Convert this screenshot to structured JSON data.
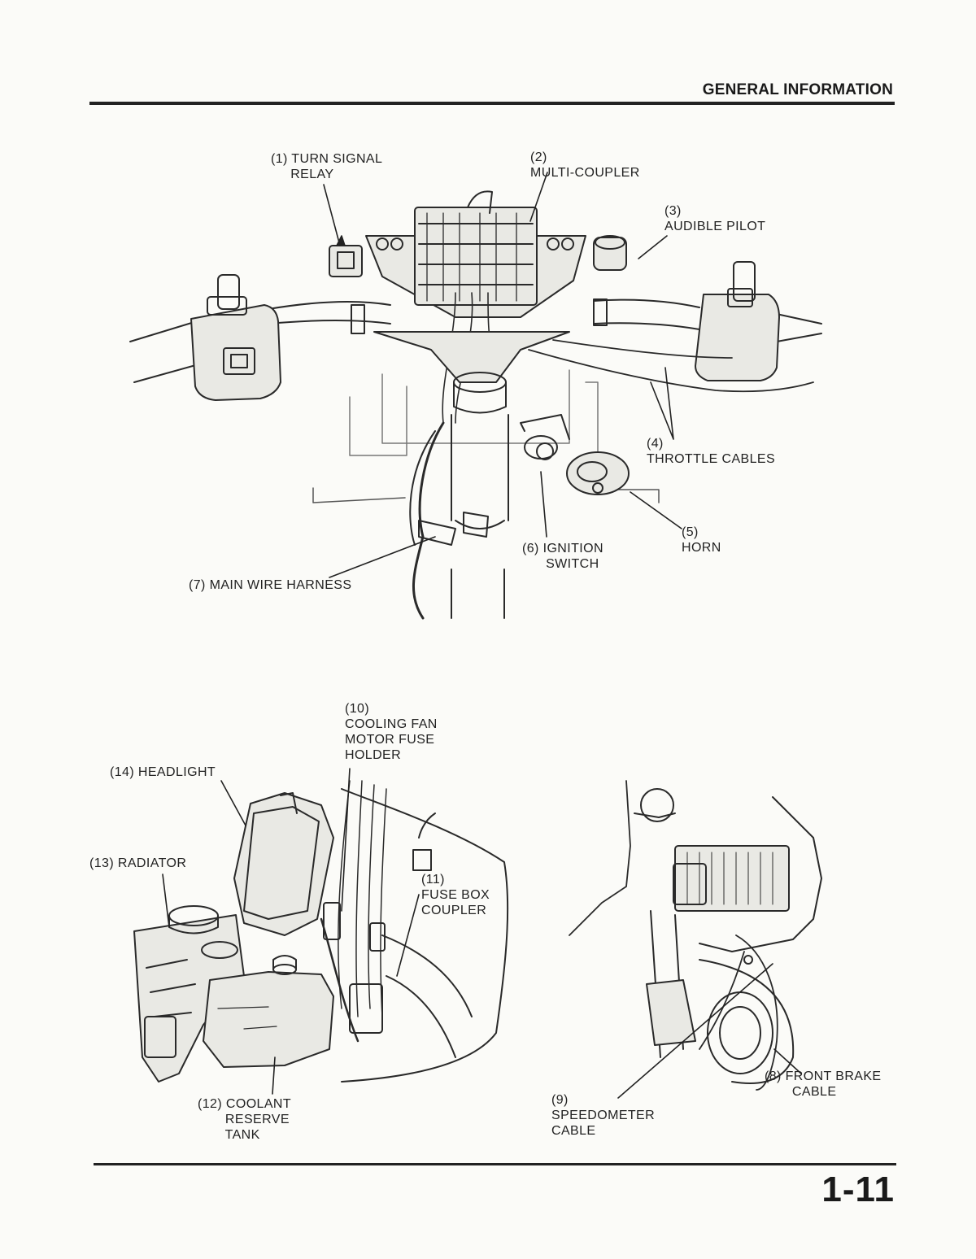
{
  "header": {
    "section_title": "GENERAL INFORMATION",
    "page_number": "1-11"
  },
  "figure_top": {
    "callouts": [
      {
        "id": "turn_signal_relay",
        "text": "(1) TURN SIGNAL\n     RELAY"
      },
      {
        "id": "multi_coupler",
        "text": "(2)\nMULTI-COUPLER"
      },
      {
        "id": "audible_pilot",
        "text": "(3)\nAUDIBLE PILOT"
      },
      {
        "id": "throttle_cables",
        "text": "(4)\nTHROTTLE CABLES"
      },
      {
        "id": "horn",
        "text": "(5)\nHORN"
      },
      {
        "id": "ignition_switch",
        "text": "(6) IGNITION\n      SWITCH"
      },
      {
        "id": "main_wire_harness",
        "text": "(7) MAIN WIRE HARNESS"
      }
    ]
  },
  "figure_bottom_left": {
    "callouts": [
      {
        "id": "cooling_fan_motor_fuse_holder",
        "text": "(10)\nCOOLING FAN\nMOTOR FUSE\nHOLDER"
      },
      {
        "id": "headlight",
        "text": "(14) HEADLIGHT"
      },
      {
        "id": "radiator",
        "text": "(13) RADIATOR"
      },
      {
        "id": "fuse_box_coupler",
        "text": "(11)\nFUSE BOX\nCOUPLER"
      },
      {
        "id": "coolant_reserve_tank",
        "text": "(12) COOLANT\n       RESERVE\n       TANK"
      }
    ]
  },
  "figure_bottom_right": {
    "callouts": [
      {
        "id": "front_brake_cable",
        "text": "(8) FRONT BRAKE\n       CABLE"
      },
      {
        "id": "speedometer_cable",
        "text": "(9)\nSPEEDOMETER\nCABLE"
      }
    ]
  }
}
